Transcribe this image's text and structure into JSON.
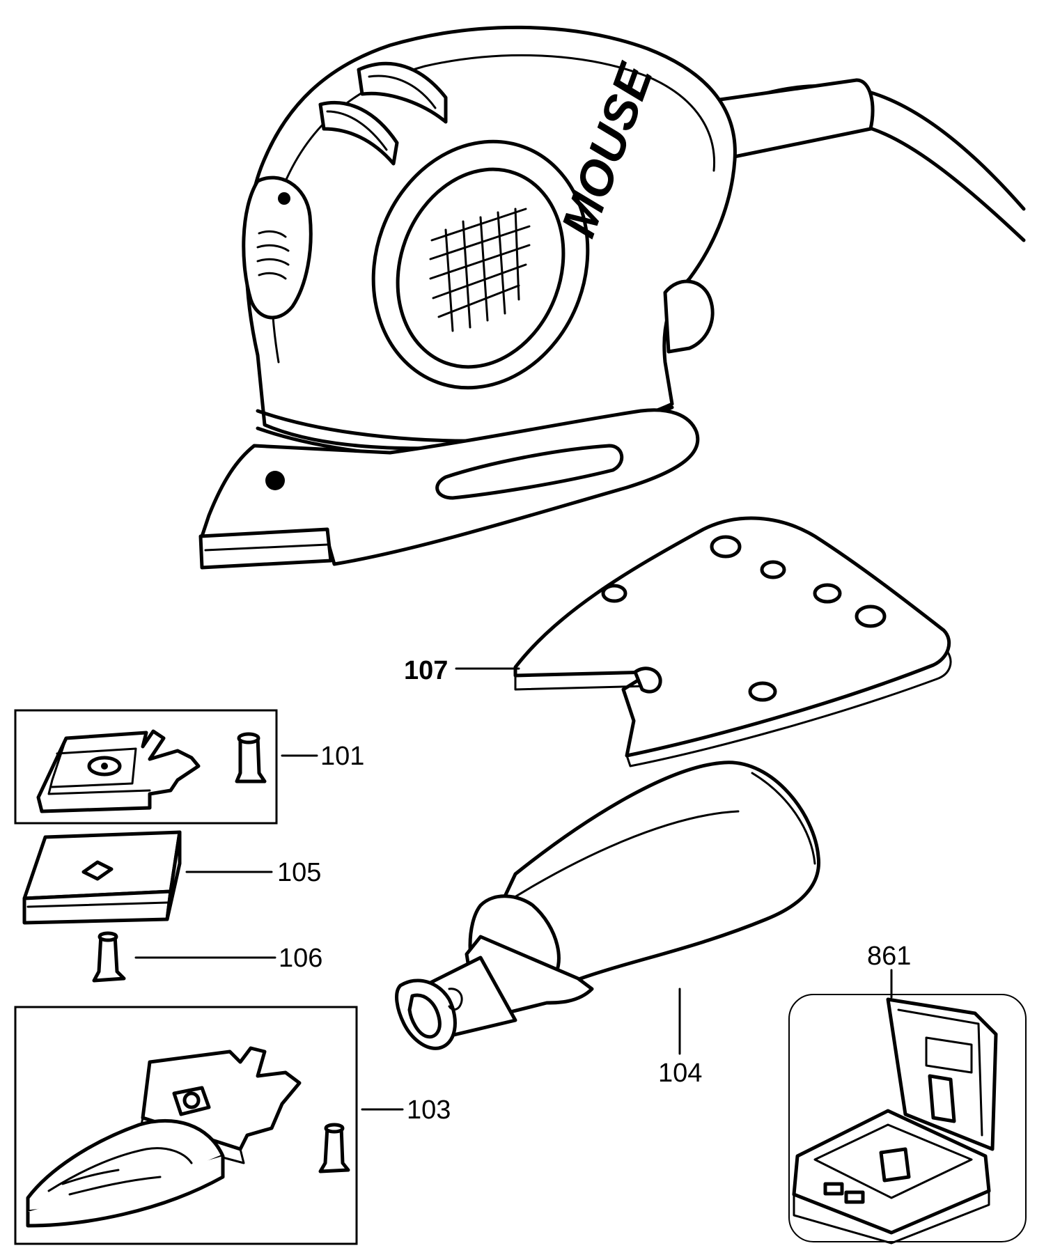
{
  "diagram": {
    "brand_text": "MOUSE",
    "callouts": [
      {
        "id": "107",
        "label": "107",
        "bold": true
      },
      {
        "id": "101",
        "label": "101",
        "bold": false
      },
      {
        "id": "105",
        "label": "105",
        "bold": false
      },
      {
        "id": "106",
        "label": "106",
        "bold": false
      },
      {
        "id": "103",
        "label": "103",
        "bold": false
      },
      {
        "id": "104",
        "label": "104",
        "bold": false
      },
      {
        "id": "861",
        "label": "861",
        "bold": false
      }
    ]
  },
  "colors": {
    "ink": "#000000",
    "paper": "#ffffff"
  }
}
